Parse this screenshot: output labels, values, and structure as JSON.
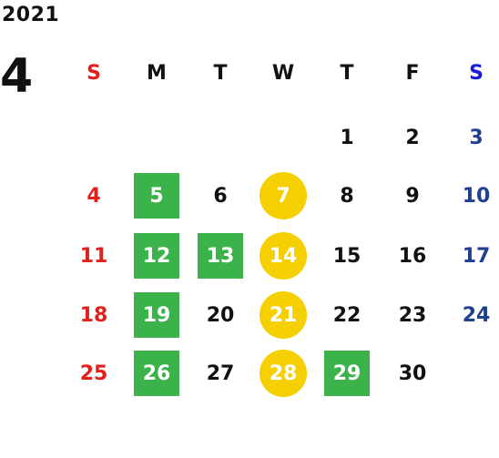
{
  "year": "2021",
  "month": "4",
  "colors": {
    "sunday": "#e0201b",
    "saturday_header": "#1a1adf",
    "saturday": "#1f3f8f",
    "weekday": "#111111",
    "green_box": "#3bb24a",
    "yellow_circle": "#f6cf00"
  },
  "weekdays": [
    "S",
    "M",
    "T",
    "W",
    "T",
    "F",
    "S"
  ],
  "weeks": [
    [
      {
        "day": ""
      },
      {
        "day": ""
      },
      {
        "day": ""
      },
      {
        "day": ""
      },
      {
        "day": "1",
        "mark": "none"
      },
      {
        "day": "2",
        "mark": "none"
      },
      {
        "day": "3",
        "mark": "none"
      }
    ],
    [
      {
        "day": "4",
        "mark": "none"
      },
      {
        "day": "5",
        "mark": "green-box"
      },
      {
        "day": "6",
        "mark": "none"
      },
      {
        "day": "7",
        "mark": "yellow-circle"
      },
      {
        "day": "8",
        "mark": "none"
      },
      {
        "day": "9",
        "mark": "none"
      },
      {
        "day": "10",
        "mark": "none"
      }
    ],
    [
      {
        "day": "11",
        "mark": "none"
      },
      {
        "day": "12",
        "mark": "green-box"
      },
      {
        "day": "13",
        "mark": "green-box"
      },
      {
        "day": "14",
        "mark": "yellow-circle"
      },
      {
        "day": "15",
        "mark": "none"
      },
      {
        "day": "16",
        "mark": "none"
      },
      {
        "day": "17",
        "mark": "none"
      }
    ],
    [
      {
        "day": "18",
        "mark": "none"
      },
      {
        "day": "19",
        "mark": "green-box"
      },
      {
        "day": "20",
        "mark": "none"
      },
      {
        "day": "21",
        "mark": "yellow-circle"
      },
      {
        "day": "22",
        "mark": "none"
      },
      {
        "day": "23",
        "mark": "none"
      },
      {
        "day": "24",
        "mark": "none"
      }
    ],
    [
      {
        "day": "25",
        "mark": "none"
      },
      {
        "day": "26",
        "mark": "green-box"
      },
      {
        "day": "27",
        "mark": "none"
      },
      {
        "day": "28",
        "mark": "yellow-circle"
      },
      {
        "day": "29",
        "mark": "green-box"
      },
      {
        "day": "30",
        "mark": "none"
      },
      {
        "day": ""
      }
    ]
  ]
}
